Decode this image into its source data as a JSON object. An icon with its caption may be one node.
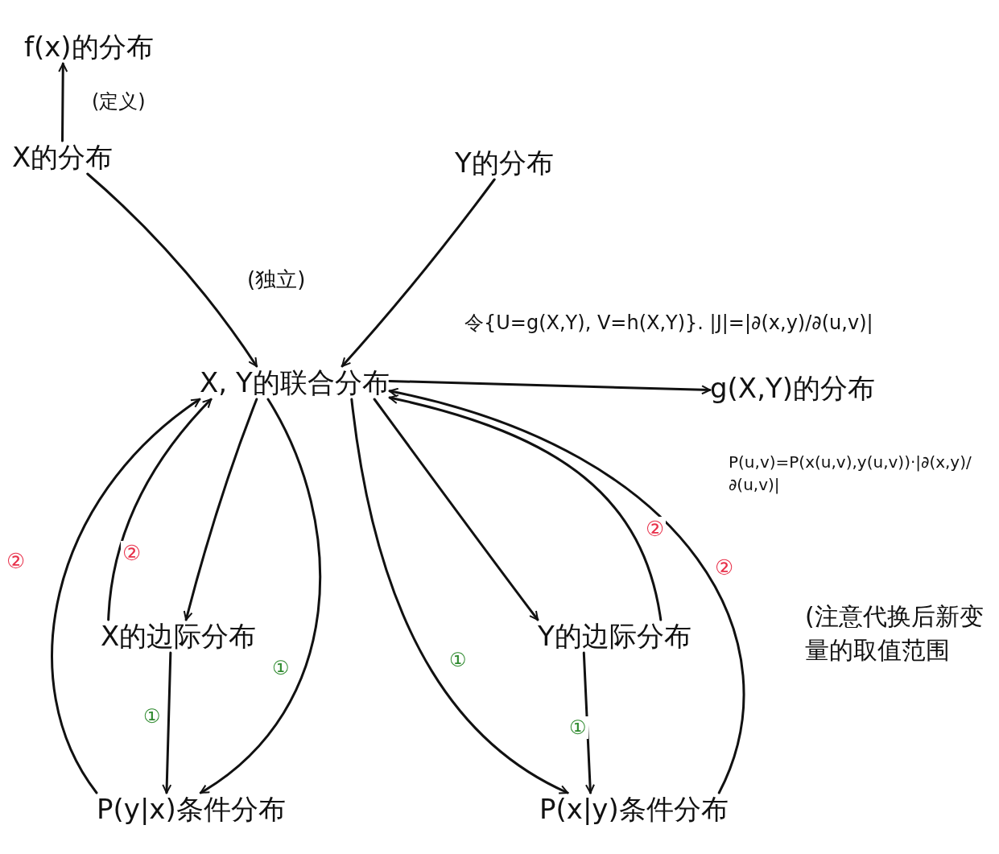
{
  "diagram": {
    "nodes": [
      {
        "text": [
          "f(x)的分布"
        ]
      },
      {
        "text": [
          "X的分布"
        ]
      },
      {
        "text": [
          "Y的分布"
        ]
      },
      {
        "text": [
          "X, Y的联合分布"
        ]
      },
      {
        "text": [
          "g(X,Y)的分布"
        ],
        "beside": [
          "P(u,v)=P(x(u,v),y(u,v))·|∂(x,y)/∂(u,v)|"
        ]
      },
      {
        "text": [
          "X的边际分布"
        ]
      },
      {
        "text": [
          "Y的边际分布"
        ]
      },
      {
        "text": [
          "P(y|x)条件分布"
        ]
      },
      {
        "text": [
          "P(x|y)条件分布"
        ]
      }
    ],
    "edges": [
      {
        "from": 1,
        "to": 0,
        "arrow": "to",
        "label": "(定义)"
      },
      {
        "from": 1,
        "to": 3,
        "arrow": "to",
        "label": "(独立)"
      },
      {
        "from": 2,
        "to": 3,
        "arrow": "to"
      },
      {
        "from": 3,
        "to": 4,
        "arrow": "to",
        "label": "令{U=g(X,Y), V=h(X,Y)}. |J|=|∂(x,y)/∂(u,v)|"
      },
      {
        "from": 3,
        "to": 5,
        "arrow": "to"
      },
      {
        "from": 5,
        "to": 3,
        "arrow": "to",
        "label": "②"
      },
      {
        "from": 3,
        "to": 7,
        "arrow": "to",
        "label": "①"
      },
      {
        "from": 5,
        "to": 7,
        "arrow": "to",
        "label": "①"
      },
      {
        "from": 7,
        "to": 3,
        "arrow": "to",
        "label": "②"
      },
      {
        "from": 3,
        "to": 6,
        "arrow": "to"
      },
      {
        "from": 6,
        "to": 3,
        "arrow": "to",
        "label": "②"
      },
      {
        "from": 3,
        "to": 8,
        "arrow": "to",
        "label": "①"
      },
      {
        "from": 6,
        "to": 8,
        "arrow": "to",
        "label": "①"
      },
      {
        "from": 8,
        "to": 3,
        "arrow": "to",
        "label": "②"
      }
    ],
    "labels": [
      "(注意代换后新变量的取值范围"
    ]
  }
}
